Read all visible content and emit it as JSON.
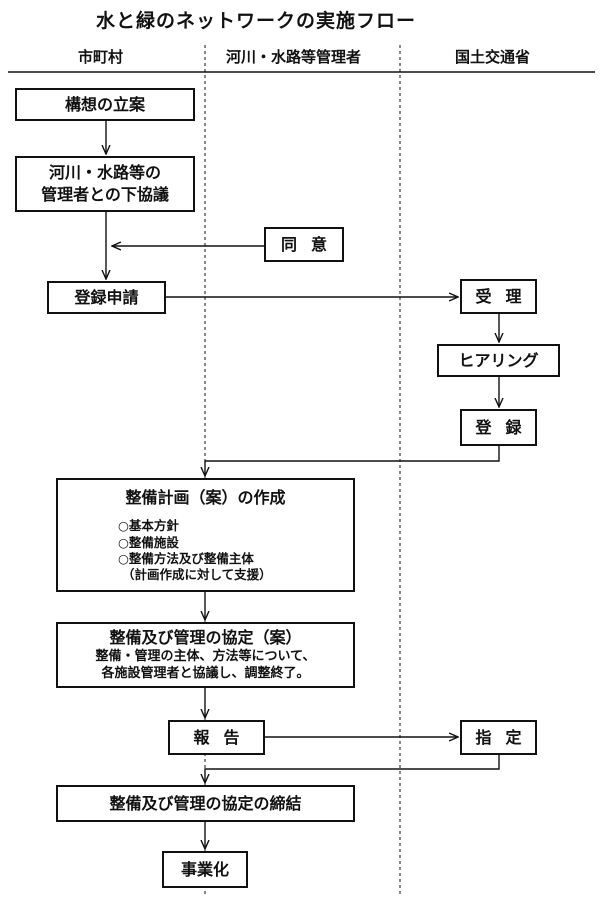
{
  "title": "水と緑のネットワークの実施フロー",
  "lanes": [
    "市町村",
    "河川・水路等管理者",
    "国土交通省"
  ],
  "nodes": {
    "kousou": "構想の立案",
    "shitakyougi_line1": "河川・水路等の",
    "shitakyougi_line2": "管理者との下協議",
    "doui": "同意",
    "touroku_shinsei": "登録申請",
    "juri": "受理",
    "hearing": "ヒアリング",
    "touroku": "登録",
    "keikaku_title": "整備計画（案）の作成",
    "keikaku_items": [
      "○基本方針",
      "○整備施設",
      "○整備方法及び整備主体"
    ],
    "keikaku_note": "（計画作成に対して支援）",
    "kyoutei_an_title": "整備及び管理の協定（案）",
    "kyoutei_an_line1": "整備・管理の主体、方法等について、",
    "kyoutei_an_line2": "各施設管理者と協議し、調整終了。",
    "houkoku": "報告",
    "shitei": "指定",
    "teiketsu": "整備及び管理の協定の締結",
    "jigyouka": "事業化"
  }
}
